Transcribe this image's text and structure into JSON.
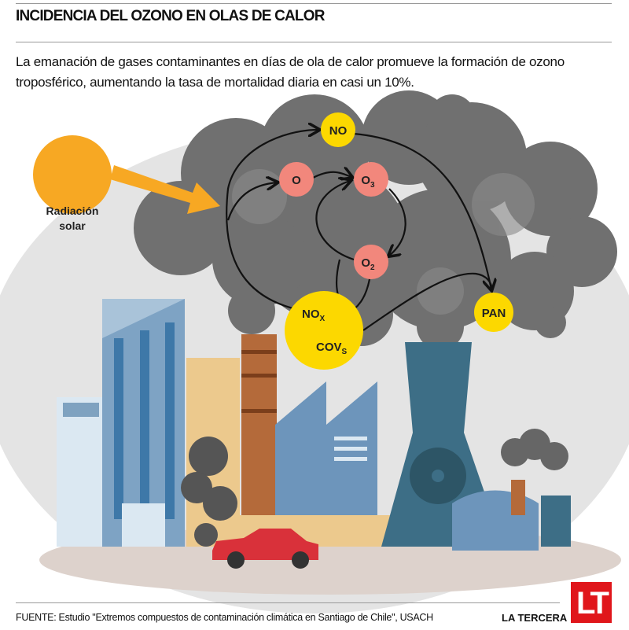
{
  "header": {
    "title": "INCIDENCIA DEL OZONO EN OLAS DE CALOR",
    "lead": "La emanación de gases contaminantes en días de ola de calor promueve la formación de ozono troposférico, aumentando la tasa de mortalidad diaria en casi un 10%."
  },
  "diagram": {
    "sun_label_1": "Radiación",
    "sun_label_2": "solar",
    "nodes": {
      "no": "NO",
      "o": "O",
      "o3": "O",
      "o3_sub": "3",
      "o2": "O",
      "o2_sub": "2",
      "nox": "NO",
      "nox_sub": "X",
      "covs": "COV",
      "covs_sub": "S",
      "pan": "PAN"
    },
    "colors": {
      "yellow": "#fcd800",
      "salmon": "#f2877c",
      "smoke": "#6e6e6e",
      "sun": "#f7a823"
    }
  },
  "footer": {
    "source": "FUENTE: Estudio \"Extremos compuestos de contaminación climática en Santiago de Chile\", USACH",
    "brand": "LA TERCERA",
    "logo": "LT"
  }
}
